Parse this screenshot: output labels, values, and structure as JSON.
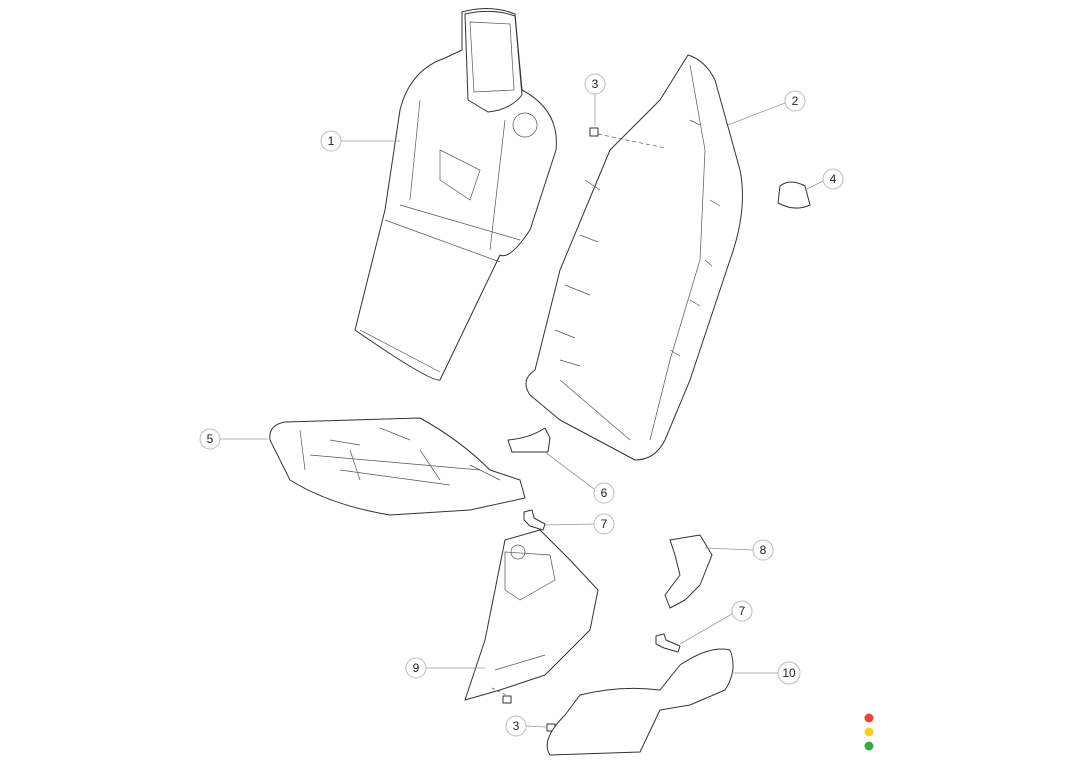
{
  "callouts": {
    "c1": "1",
    "c2": "2",
    "c3a": "3",
    "c4": "4",
    "c5": "5",
    "c6": "6",
    "c7a": "7",
    "c8": "8",
    "c7b": "7",
    "c9": "9",
    "c3b": "3",
    "c10": "10"
  },
  "status_dots": {
    "red": "#f04438",
    "yellow": "#f5d020",
    "green": "#3aa845"
  }
}
